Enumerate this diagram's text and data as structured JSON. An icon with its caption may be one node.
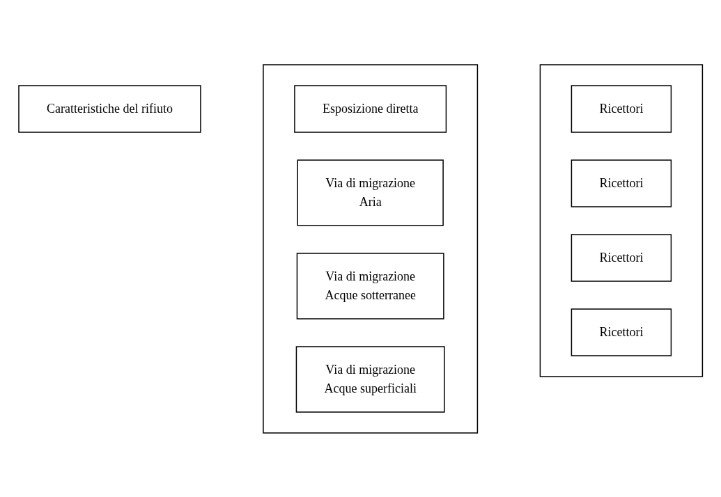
{
  "diagram": {
    "nodes": [
      {
        "text": [
          "Caratteristiche del rifiuto"
        ]
      },
      {
        "text": [],
        "shape": "box"
      },
      {
        "text": [
          "Esposizione diretta"
        ],
        "in": 1
      },
      {
        "text": [
          "Via di migrazione",
          "Aria"
        ],
        "in": 1
      },
      {
        "text": [
          "Via di migrazione",
          "Acque sotterranee"
        ],
        "in": 1
      },
      {
        "text": [
          "Via di migrazione",
          "Acque superficiali"
        ],
        "in": 1
      },
      {
        "text": [],
        "shape": "box"
      },
      {
        "text": [
          "Ricettori"
        ],
        "in": 6
      },
      {
        "text": [
          "Ricettori"
        ],
        "in": 6
      },
      {
        "text": [
          "Ricettori"
        ],
        "in": 6
      },
      {
        "text": [
          "Ricettori"
        ],
        "in": 6
      }
    ],
    "edges": []
  }
}
